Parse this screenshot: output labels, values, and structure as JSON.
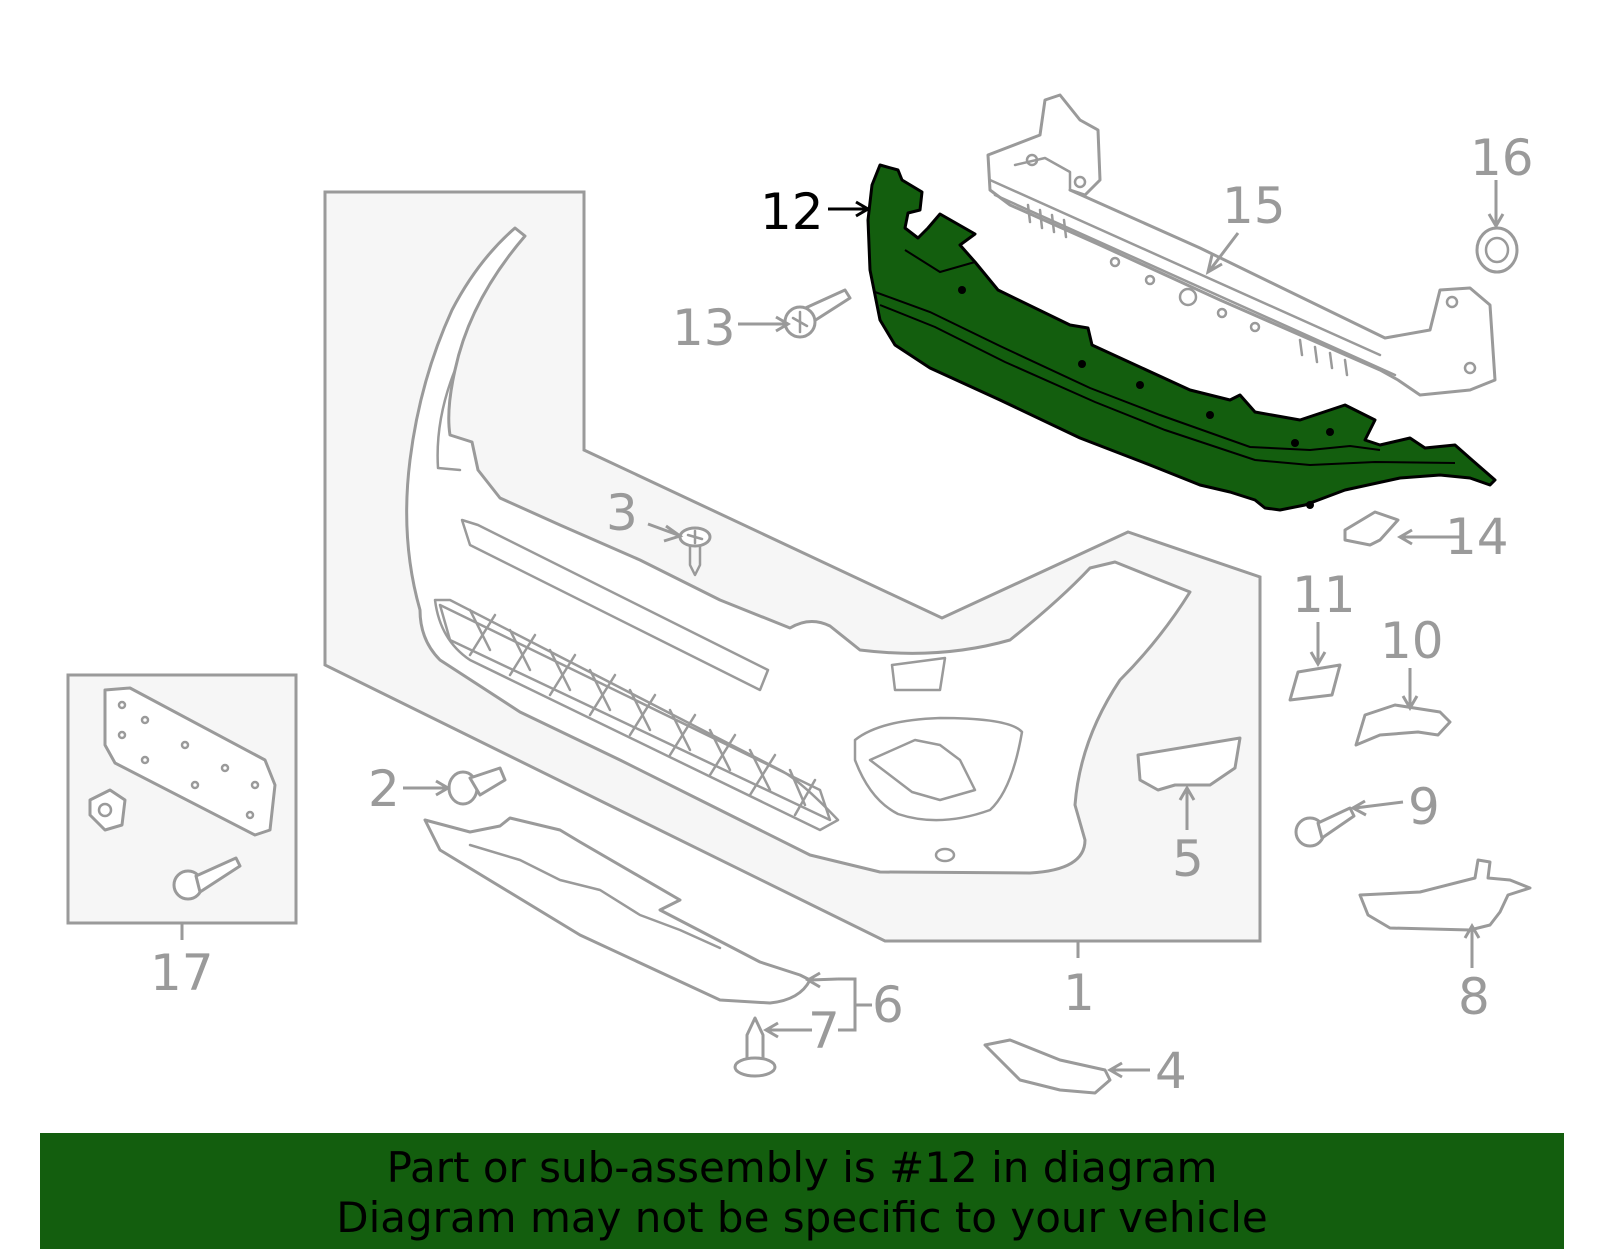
{
  "colors": {
    "highlight": "#135e0e",
    "line": "#9a9a9a",
    "panel": "#f6f6f6",
    "banner_bg": "#135e0e",
    "banner_text": "#000000"
  },
  "highlighted_part": "12",
  "callouts": [
    "1",
    "2",
    "3",
    "4",
    "5",
    "6",
    "7",
    "8",
    "9",
    "10",
    "11",
    "12",
    "13",
    "14",
    "15",
    "16",
    "17"
  ],
  "banner": {
    "line1": "Part or sub-assembly is #12 in diagram",
    "line2": "Diagram may not be specific to your vehicle"
  }
}
